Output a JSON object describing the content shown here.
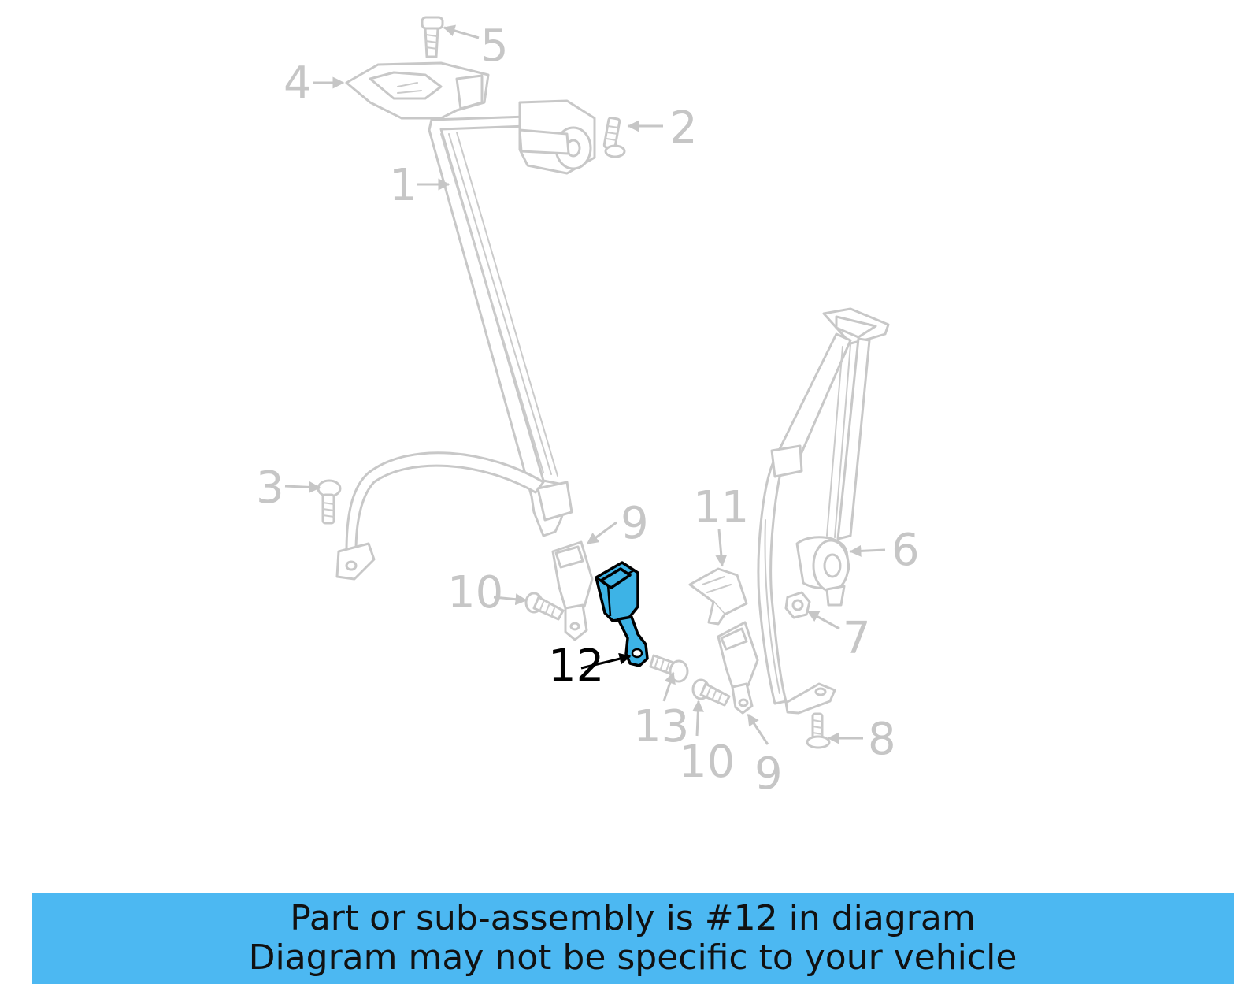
{
  "callouts": {
    "c1": "1",
    "c2": "2",
    "c3": "3",
    "c4": "4",
    "c5": "5",
    "c6": "6",
    "c7": "7",
    "c8": "8",
    "c9a": "9",
    "c9b": "9",
    "c10a": "10",
    "c10b": "10",
    "c11": "11",
    "c12": "12",
    "c13": "13"
  },
  "highlighted_part": "12",
  "colors": {
    "highlight": "#3db3e6",
    "banner": "#4cb8f2",
    "faded": "#c8c8c8"
  },
  "banner": {
    "line1": "Part or sub-assembly is #12 in diagram",
    "line2": "Diagram may not be specific to your vehicle"
  }
}
